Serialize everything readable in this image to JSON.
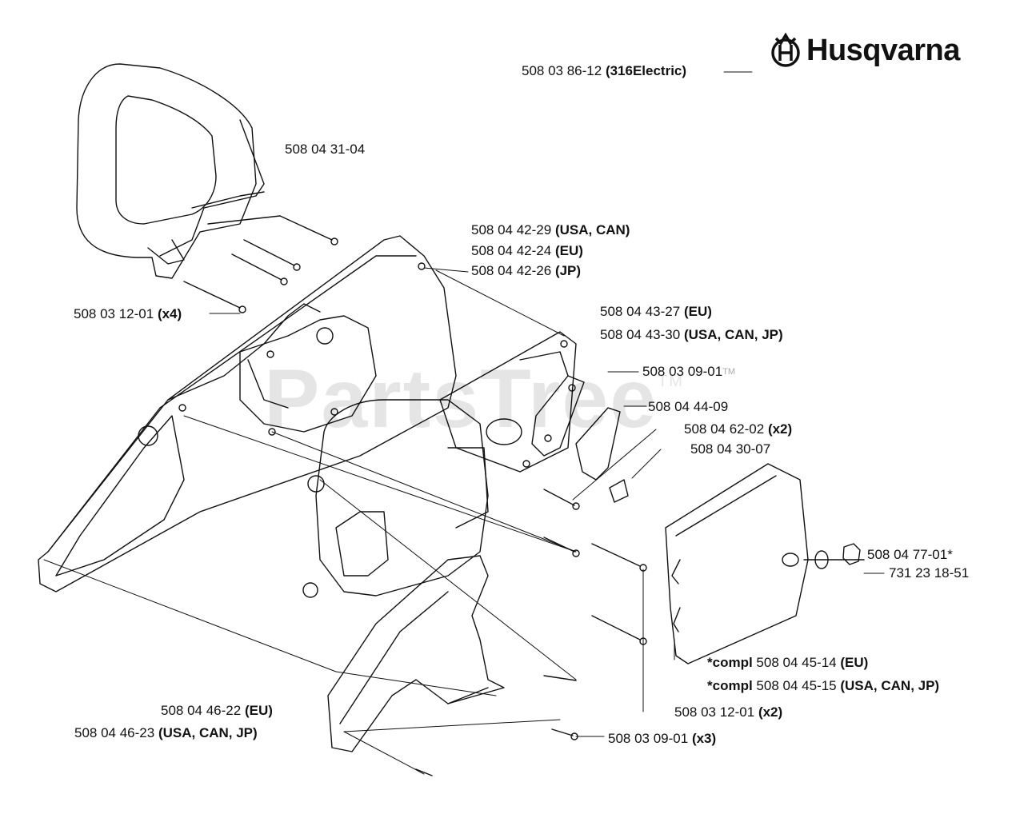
{
  "brand": {
    "name": "Husqvarna",
    "logo_icon": "crown-h-logo-icon"
  },
  "watermark": {
    "text": "PartsTree",
    "tm": "TM"
  },
  "labels": {
    "model": {
      "part": "508 03 86-12",
      "note": "(316Electric)"
    },
    "handle": {
      "part": "508 04 31-04"
    },
    "screw_x4": {
      "part": "508 03 12-01",
      "note": "(x4)"
    },
    "housing_usa": {
      "part": "508 04 42-29",
      "note": "(USA, CAN)"
    },
    "housing_eu": {
      "part": "508 04 42-24",
      "note": "(EU)"
    },
    "housing_jp": {
      "part": "508 04 42-26",
      "note": "(JP)"
    },
    "plate_eu": {
      "part": "508 04 43-27",
      "note": "(EU)"
    },
    "plate_usa": {
      "part": "508 04 43-30",
      "note": "(USA, CAN, JP)"
    },
    "screw_0901": {
      "part": "508 03 09-01",
      "tm": "TM"
    },
    "part_4409": {
      "part": "508 04 44-09"
    },
    "part_6202": {
      "part": "508 04 62-02",
      "note": "(x2)"
    },
    "part_3007": {
      "part": "508 04 30-07"
    },
    "part_7701": {
      "part": "508 04 77-01*"
    },
    "nut": {
      "part": "731 23 18-51"
    },
    "compl_eu": {
      "prefix": "*compl",
      "part": "508 04 45-14",
      "note": "(EU)"
    },
    "compl_usa": {
      "prefix": "*compl",
      "part": "508 04 45-15",
      "note": "(USA, CAN, JP)"
    },
    "screw_x2": {
      "part": "508 03 12-01",
      "note": "(x2)"
    },
    "guard_eu": {
      "part": "508 04 46-22",
      "note": "(EU)"
    },
    "guard_usa": {
      "part": "508 04 46-23",
      "note": "(USA, CAN, JP)"
    },
    "screw_x3": {
      "part": "508 03 09-01",
      "note": "(x3)"
    }
  }
}
